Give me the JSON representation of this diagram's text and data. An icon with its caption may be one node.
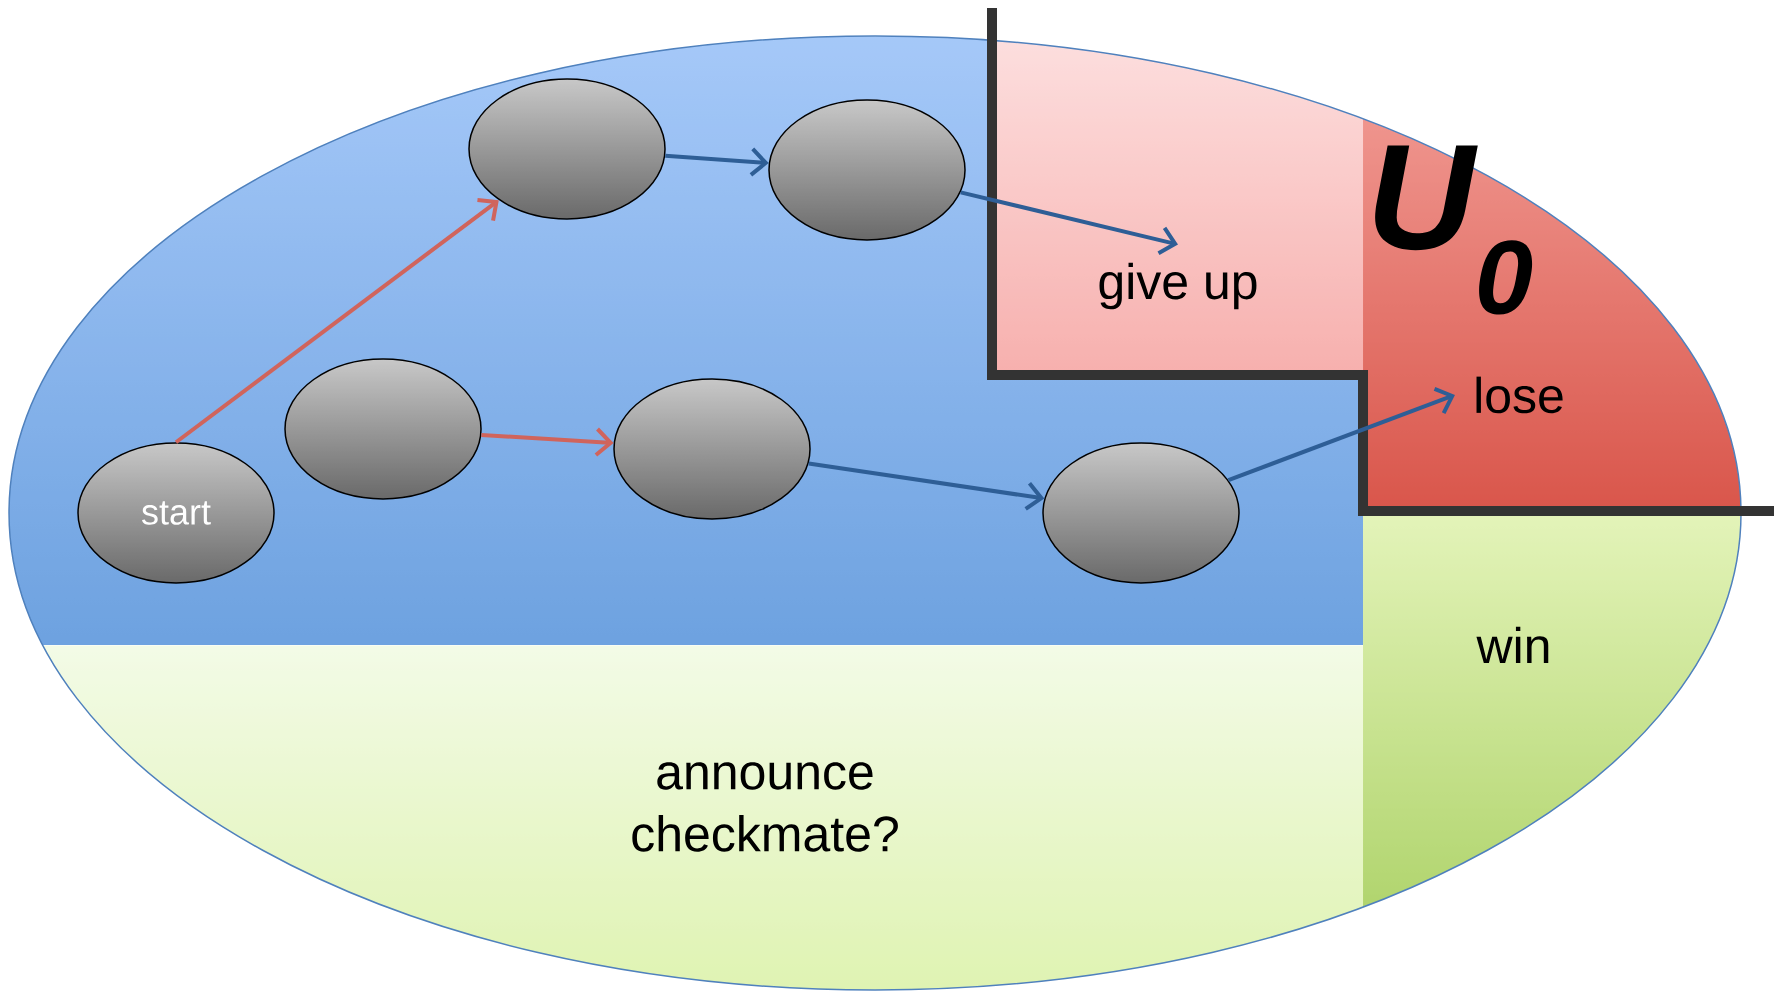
{
  "diagram": {
    "nodes": [
      {
        "text": [],
        "shape": "ellipse"
      },
      {
        "text": [],
        "shape": "ellipse"
      },
      {
        "text": [
          "give up"
        ]
      },
      {
        "text": [
          "lose"
        ]
      },
      {
        "text": [],
        "shape": "ellipse"
      },
      {
        "text": [],
        "shape": "ellipse"
      },
      {
        "text": [
          "start"
        ]
      },
      {
        "text": [],
        "shape": "ellipse"
      },
      {
        "text": [
          "win"
        ]
      },
      {
        "text": [
          "announce checkmate?"
        ]
      }
    ],
    "edges": [
      {
        "from": 6,
        "to": 0,
        "arrow": "to",
        "color": "#d0645c"
      },
      {
        "from": 0,
        "to": 1,
        "arrow": "to"
      },
      {
        "from": 1,
        "to": 2,
        "arrow": "to"
      },
      {
        "from": 4,
        "to": 5,
        "arrow": "to",
        "color": "#d0645c"
      },
      {
        "from": 5,
        "to": 7,
        "arrow": "to"
      },
      {
        "from": 7,
        "to": 3,
        "arrow": "to"
      }
    ],
    "labels": [
      "U$_{0}$"
    ]
  }
}
